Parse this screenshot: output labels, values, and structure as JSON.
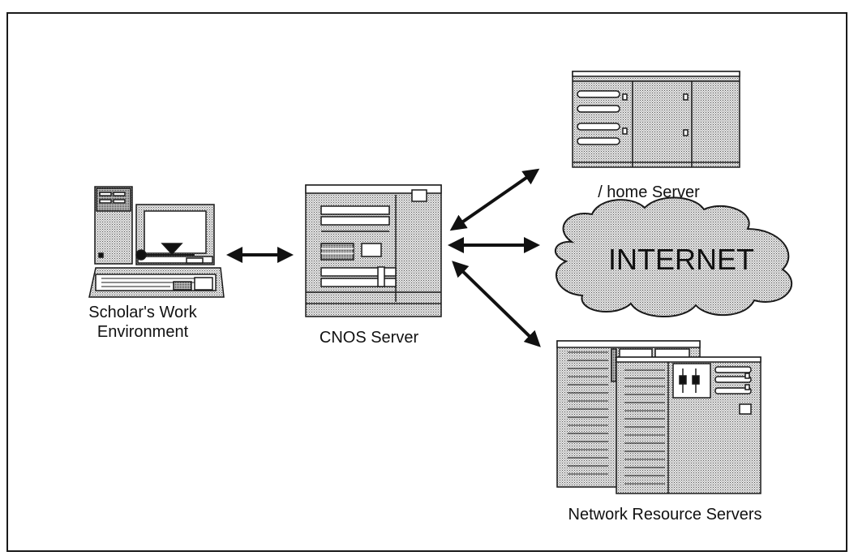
{
  "labels": {
    "scholar_line1": "Scholar's Work",
    "scholar_line2": "Environment",
    "cnos_server": "CNOS Server",
    "home_server": "/ home Server",
    "internet": "INTERNET",
    "network_resource_servers": "Network Resource Servers"
  },
  "colors": {
    "stroke": "#1a1a1a",
    "stipple_fill": "#d9d9d9",
    "background": "#ffffff"
  },
  "icons": [
    "workstation-icon",
    "cnos-server-icon",
    "home-server-icon",
    "internet-cloud-icon",
    "network-resource-servers-icon"
  ]
}
